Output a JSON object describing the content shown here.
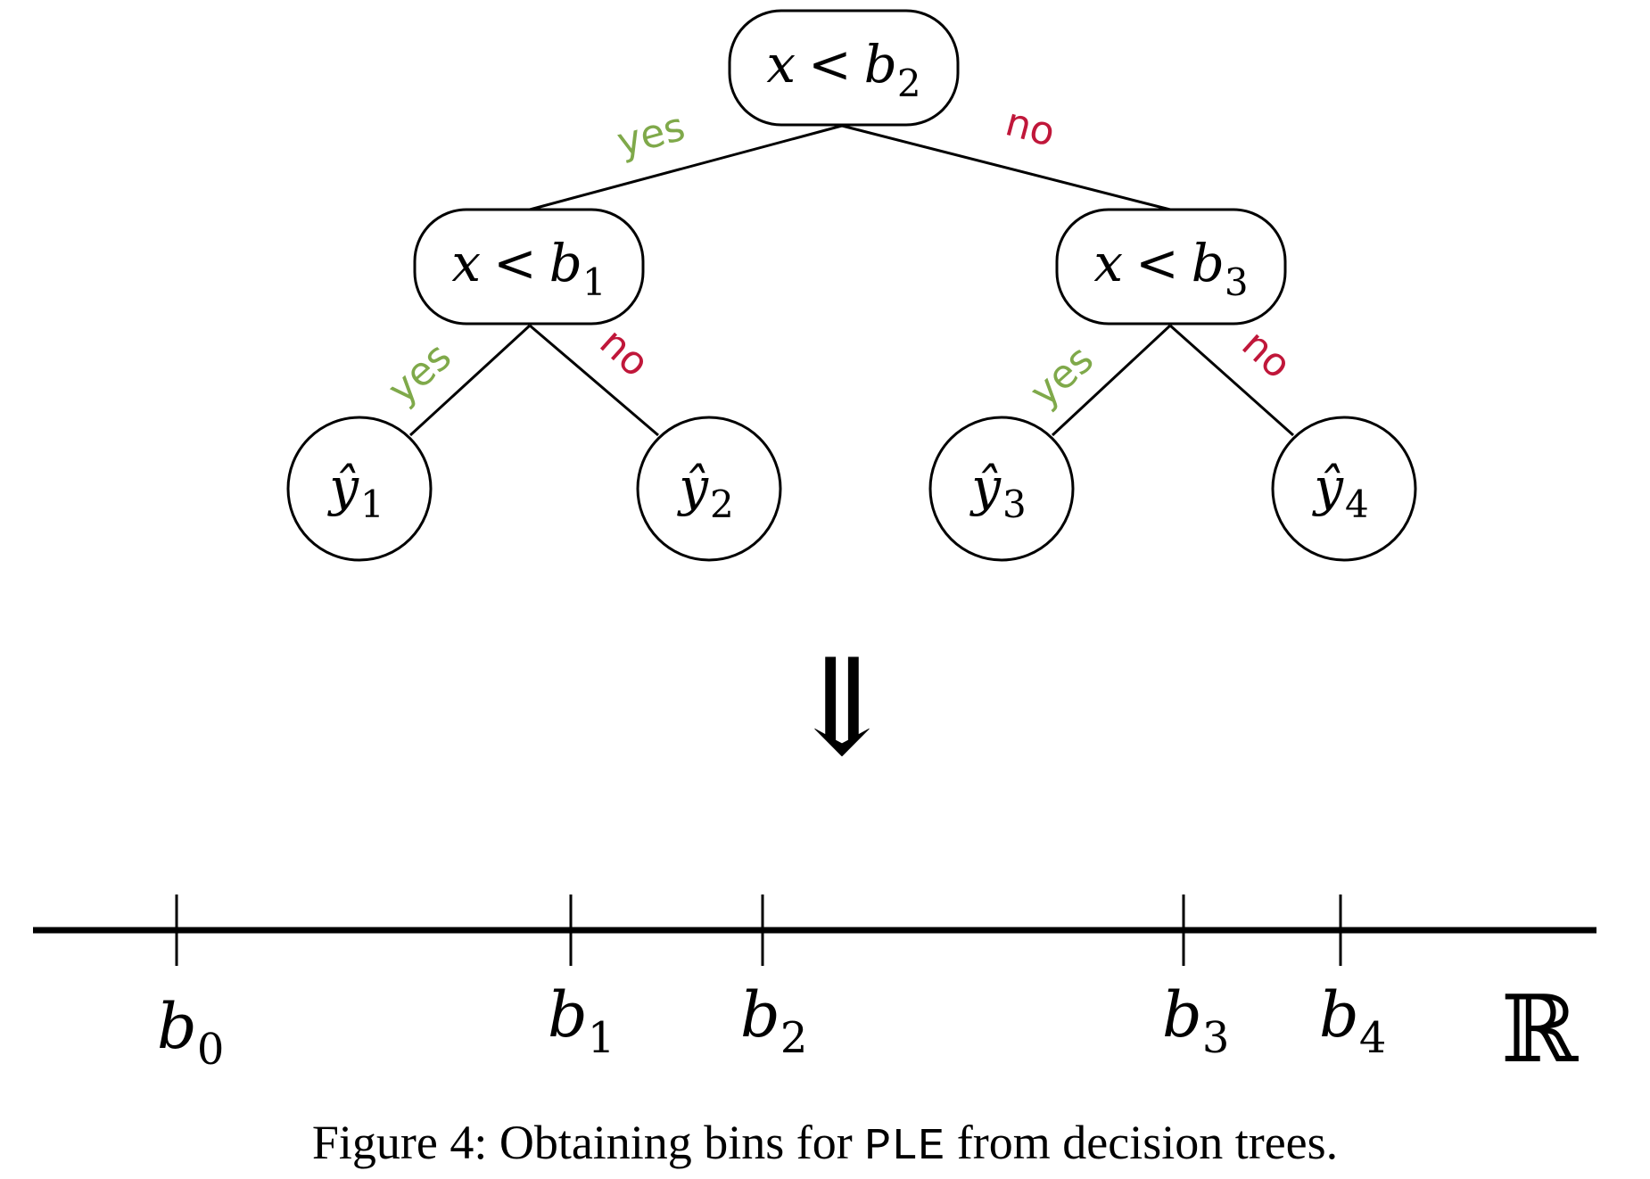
{
  "tree": {
    "root": {
      "var": "x",
      "op": "<",
      "b": "b",
      "sub": "2"
    },
    "left": {
      "var": "x",
      "op": "<",
      "b": "b",
      "sub": "1"
    },
    "right": {
      "var": "x",
      "op": "<",
      "b": "b",
      "sub": "3"
    },
    "leaves": [
      {
        "base": "ŷ",
        "sub": "1"
      },
      {
        "base": "ŷ",
        "sub": "2"
      },
      {
        "base": "ŷ",
        "sub": "3"
      },
      {
        "base": "ŷ",
        "sub": "4"
      }
    ],
    "yes_label": "yes",
    "no_label": "no",
    "yes_color": "#7fa94a",
    "no_color": "#c0173a"
  },
  "arrow_symbol": "⇓",
  "number_line": {
    "ticks": [
      {
        "base": "b",
        "sub": "0"
      },
      {
        "base": "b",
        "sub": "1"
      },
      {
        "base": "b",
        "sub": "2"
      },
      {
        "base": "b",
        "sub": "3"
      },
      {
        "base": "b",
        "sub": "4"
      }
    ],
    "axis_symbol": "ℝ"
  },
  "caption": {
    "prefix": "Figure 4: Obtaining bins for ",
    "code": "PLE",
    "suffix": " from decision trees."
  }
}
